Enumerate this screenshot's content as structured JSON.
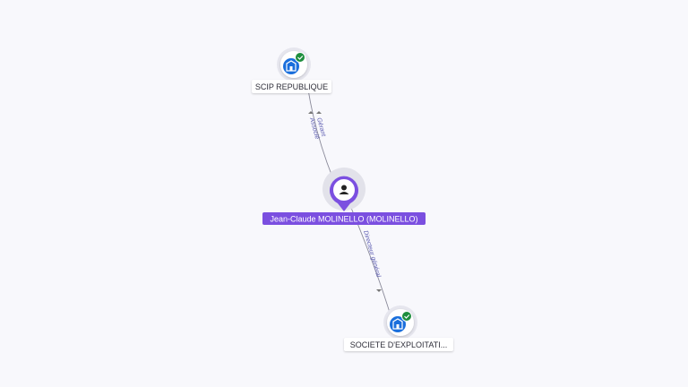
{
  "colors": {
    "edge": "#8a8a9a",
    "company_icon": "#1a6fdc",
    "verified_badge": "#1e8e3e",
    "person_accent": "#7b4fe0",
    "person_halo": "#e2e2ea"
  },
  "nodes": {
    "company_top": {
      "label": "SCIP REPUBLIQUE",
      "icon": "company-building-icon",
      "badge": "verified-check-icon"
    },
    "person": {
      "label": "Jean-Claude MOLINELLO (MOLINELLO)",
      "icon": "person-icon"
    },
    "company_bottom": {
      "label": "SOCIETE D'EXPLOITATI...",
      "icon": "company-building-icon",
      "badge": "verified-check-icon"
    }
  },
  "edges": {
    "top": {
      "label_1": "Gérant",
      "label_2": "Associé"
    },
    "bottom": {
      "label_1": "Directeur général"
    }
  }
}
